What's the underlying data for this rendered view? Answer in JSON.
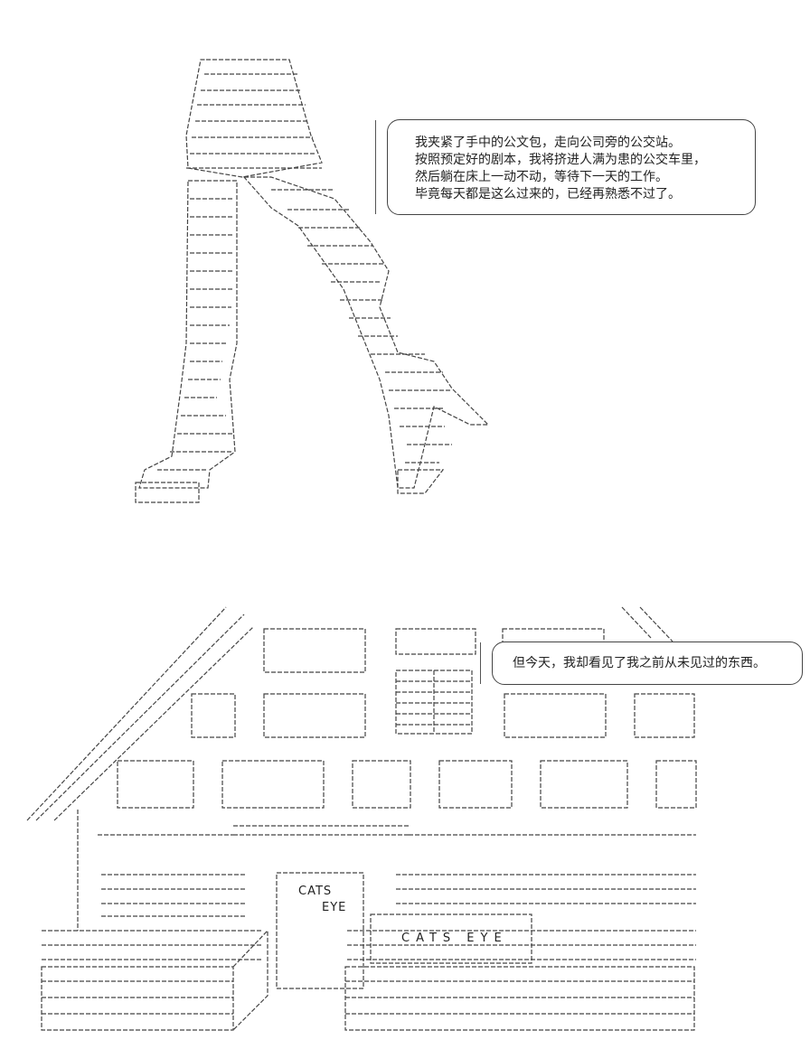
{
  "bubble_top": {
    "lines": [
      "我夹紧了手中的公文包，走向公司旁的公交站。",
      "按照预定好的剧本，我将挤进人满为患的公交车里，",
      "然后躺在床上一动不动，等待下一天的工作。",
      "毕竟每天都是这么过来的，已经再熟悉不过了。"
    ]
  },
  "bubble_bottom": {
    "text": "但今天，我却看见了我之前从未见过的东西。"
  },
  "shop": {
    "sign_small_line1": "CATS",
    "sign_small_line2": "EYE",
    "sign_main": "CATS  EYE"
  }
}
